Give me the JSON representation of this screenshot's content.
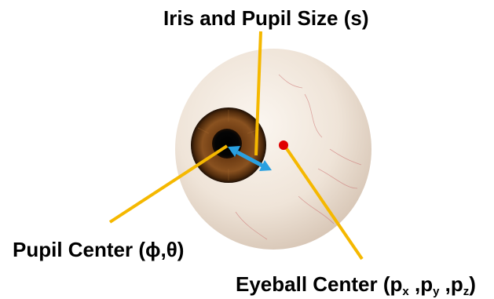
{
  "labels": {
    "iris_pupil_size": "Iris and Pupil Size (s)",
    "pupil_center": "Pupil Center (ϕ,θ)",
    "eyeball_center": {
      "prefix": "Eyeball Center (p",
      "sub_x": "x",
      "sep1": " ,p",
      "sub_y": "y",
      "sep2": " ,p",
      "sub_z": "z",
      "suffix": ")"
    }
  },
  "colors": {
    "leader_line": "#f5b800",
    "arrow": "#2aa0e0",
    "eyeball_center_marker": "#e00000",
    "iris": "#6b3a12",
    "pupil": "#050505",
    "sclera": "#efe6dc"
  }
}
